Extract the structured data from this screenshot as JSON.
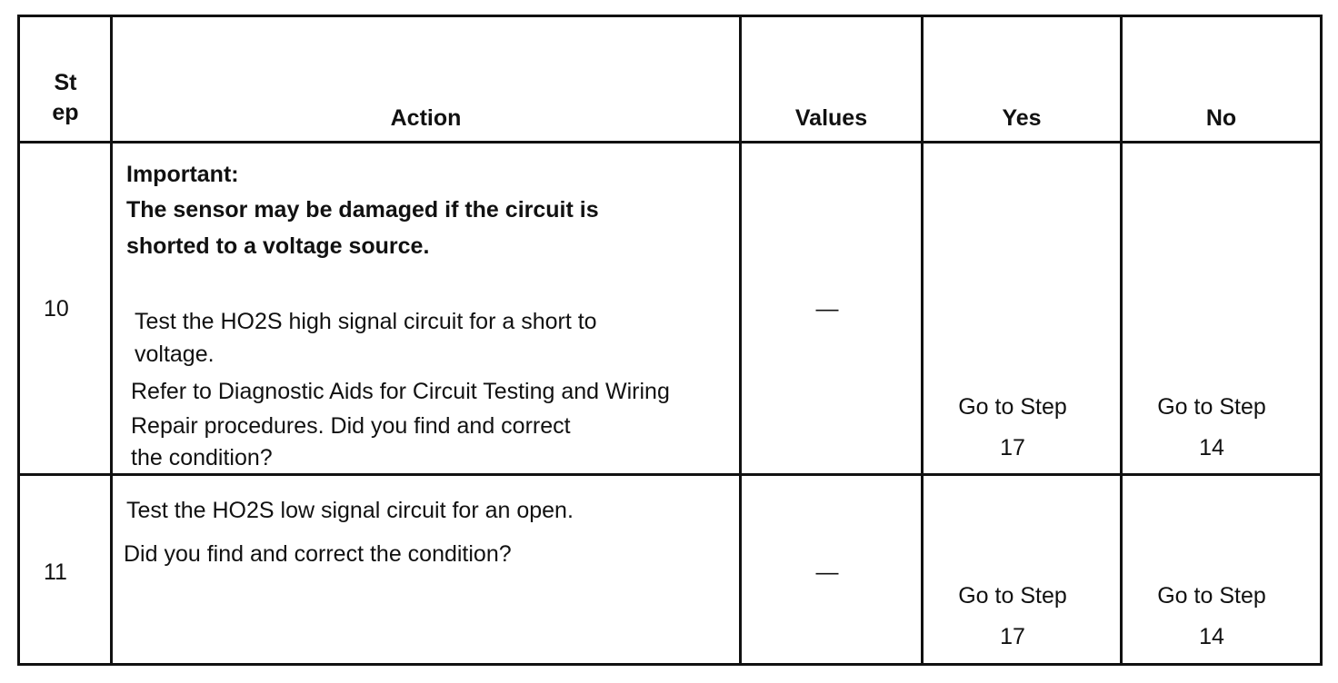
{
  "table": {
    "headers": {
      "step_line1": "St",
      "step_line2": "ep",
      "action": "Action",
      "values": "Values",
      "yes": "Yes",
      "no": "No"
    },
    "rows": [
      {
        "step": "10",
        "important_label": "Important:",
        "important_line1": "The sensor may be damaged if the circuit is",
        "important_line2": "shorted to a voltage source.",
        "action_line1": "Test the HO2S high signal circuit for a short to",
        "action_line2": "voltage.",
        "action_line3": "Refer to Diagnostic Aids for Circuit Testing and Wiring",
        "action_line4": "Repair procedures. Did you find and correct",
        "action_line5": "the condition?",
        "value": "—",
        "yes_line1": "Go to Step",
        "yes_line2": "17",
        "no_line1": "Go to Step",
        "no_line2": "14"
      },
      {
        "step": "11",
        "action_line1": "Test the HO2S low signal circuit for an open.",
        "action_line2": "Did you find and correct the condition?",
        "value": "—",
        "yes_line1": "Go to Step",
        "yes_line2": "17",
        "no_line1": "Go to Step",
        "no_line2": "14"
      }
    ]
  }
}
